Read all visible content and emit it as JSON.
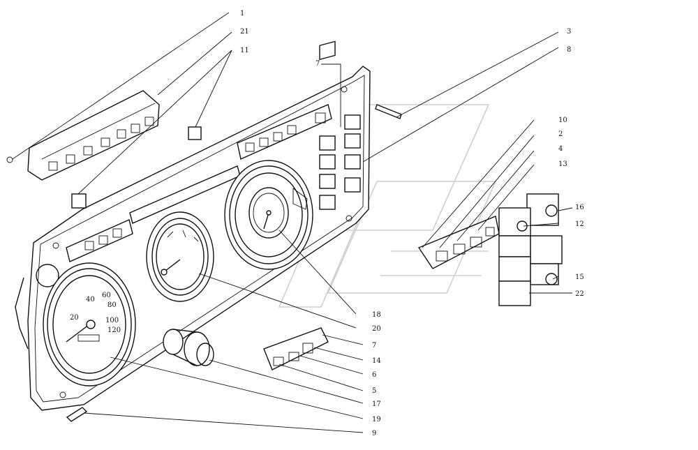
{
  "callouts": {
    "c1": "1",
    "c21": "21",
    "c11": "11",
    "c3": "3",
    "c8": "8",
    "c7a": "7",
    "c10": "10",
    "c2": "2",
    "c4": "4",
    "c13": "13",
    "c16": "16",
    "c12": "12",
    "c15": "15",
    "c22": "22",
    "c18": "18",
    "c20": "20",
    "c7b": "7",
    "c14": "14",
    "c6": "6",
    "c5": "5",
    "c17": "17",
    "c19": "19",
    "c9": "9"
  },
  "speedometer": {
    "ticks": [
      "20",
      "40",
      "60",
      "80",
      "100",
      "120"
    ]
  }
}
